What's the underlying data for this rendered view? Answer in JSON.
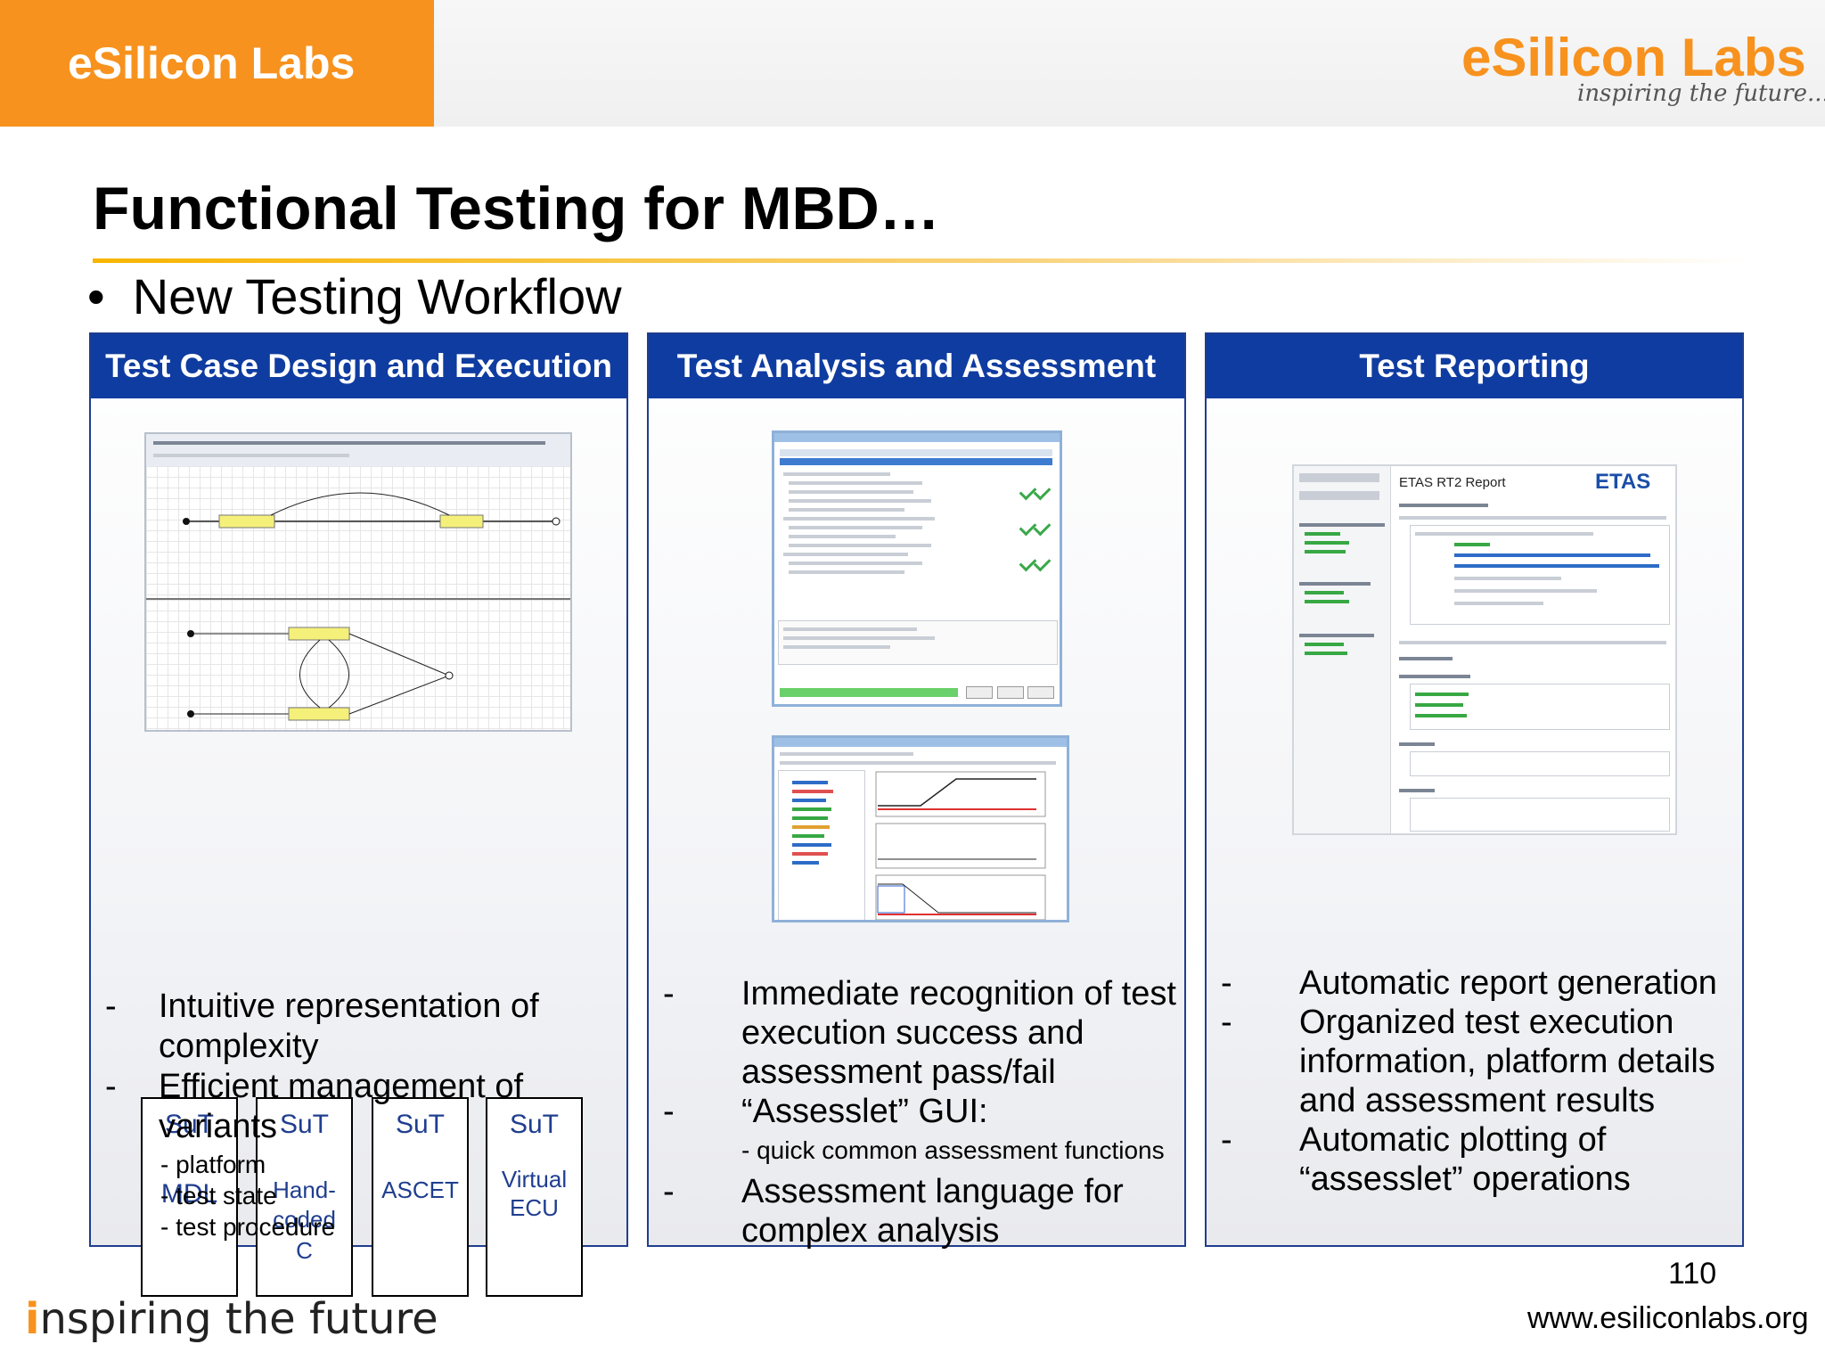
{
  "header": {
    "brand": "eSilicon Labs",
    "logo_text": "eSilicon Labs",
    "logo_tagline": "inspiring the future..."
  },
  "title": "Functional Testing for MBD…",
  "bullet": "New Testing Workflow",
  "panels": [
    {
      "heading": "Test Case Design and Execution",
      "suts": [
        {
          "top": "SuT",
          "bottom": "MDL"
        },
        {
          "top": "SuT",
          "bottom_lines": [
            "Hand-",
            "coded",
            "C"
          ]
        },
        {
          "top": "SuT",
          "bottom": "ASCET"
        },
        {
          "top": "SuT",
          "bottom_lines": [
            "Virtual",
            "ECU"
          ]
        }
      ],
      "items": [
        {
          "dash": "-",
          "text_lines": [
            "Intuitive representation of",
            "complexity"
          ]
        },
        {
          "dash": "-",
          "text_lines": [
            "Efficient management of",
            "variants"
          ]
        }
      ],
      "sub_items": [
        "- platform",
        "- test state",
        "- test procedure"
      ]
    },
    {
      "heading": "Test Analysis and Assessment",
      "items": [
        {
          "dash": "-",
          "text_lines": [
            "Immediate recognition of test",
            "execution success and",
            "assessment pass/fail"
          ]
        },
        {
          "dash": "-",
          "text_lines": [
            "“Assesslet” GUI:"
          ]
        },
        {
          "dash": "-",
          "text_lines": [
            "Assessment language for",
            "complex analysis"
          ]
        }
      ],
      "sub_item": "- quick common assessment functions"
    },
    {
      "heading": "Test Reporting",
      "report_title": "ETAS RT2 Report",
      "report_brand": "ETAS",
      "items": [
        {
          "dash": "-",
          "text_lines": [
            "Automatic report generation"
          ]
        },
        {
          "dash": "-",
          "text_lines": [
            "Organized test execution",
            "information, platform details",
            "and assessment results"
          ]
        },
        {
          "dash": "-",
          "text_lines": [
            "Automatic plotting of",
            "“assesslet” operations"
          ]
        }
      ]
    }
  ],
  "footer": {
    "tagline_initial": "i",
    "tagline_rest": "nspiring the future",
    "page_number": "110",
    "url": "www.esiliconlabs.org"
  }
}
